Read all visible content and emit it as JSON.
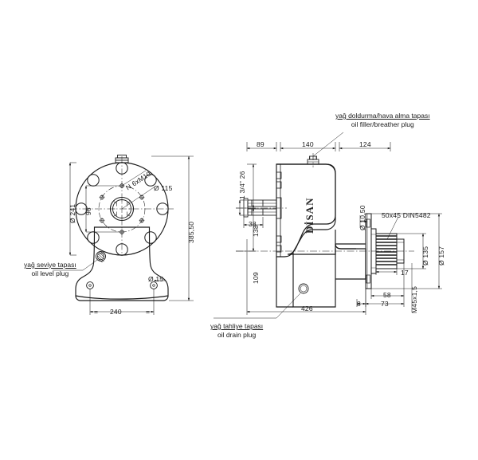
{
  "drawing": {
    "title": "gearbox-technical-drawing",
    "brand_logo": "DİSAN",
    "background": "#ffffff",
    "line_color": "#1a1a1a"
  },
  "callouts": [
    {
      "id": "oil-filler-breather-plug",
      "tr": "yağ doldurma/hava alma tapası",
      "en": "oil filler/breather plug"
    },
    {
      "id": "oil-level-plug",
      "tr": "yağ seviye tapası",
      "en": "oil level plug"
    },
    {
      "id": "oil-drain-plug",
      "tr": "yağ tahliye tapası",
      "en": "oil drain plug"
    }
  ],
  "front_view": {
    "dim_outer_diameter": "Ø 241",
    "dim_bolt_circle": "Ø 115",
    "dim_bore_height": "96",
    "dim_total_height": "385,50",
    "dim_base_width": "240",
    "dim_base_hole": "Ø 15",
    "note_threads": "N 6xM10",
    "sym_left": "=",
    "sym_right": "="
  },
  "side_view": {
    "dim_a": "89",
    "dim_b": "140",
    "dim_c": "124",
    "dim_total_length": "426",
    "dim_port_thread": "1 3/4\" 26",
    "dim_port_offset": "38",
    "dim_height_upper": "138",
    "dim_height_lower": "109",
    "dim_flange_hole": "Ø 10,50",
    "spline_note": "50x45 DIN5482",
    "dim_spline_dia": "Ø 135",
    "dim_flange_dia": "Ø 157",
    "dim_spline_len": "17",
    "dim_58": "58",
    "dim_73": "73",
    "dim_8": "8",
    "thread_note": "M45x1,5"
  }
}
